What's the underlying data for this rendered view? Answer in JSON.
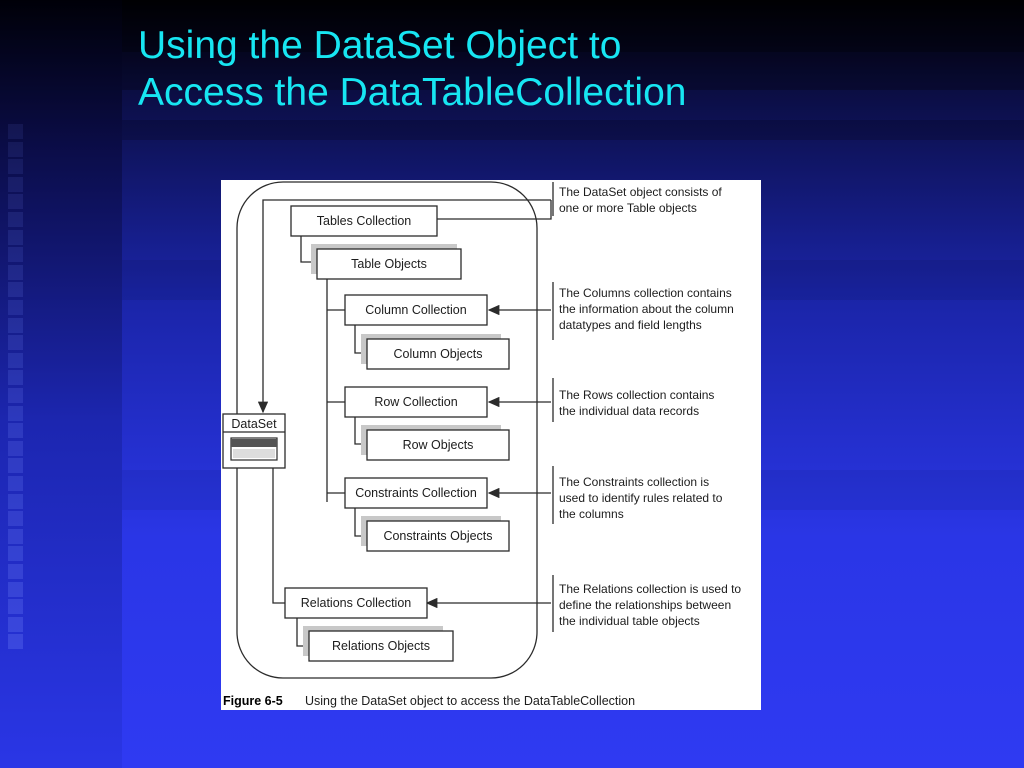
{
  "slide": {
    "title_line1": "Using the DataSet Object to",
    "title_line2": "Access the DataTableCollection"
  },
  "figure": {
    "caption_number": "Figure 6-5",
    "caption_text": "Using the DataSet object to access the DataTableCollection",
    "dataset_label": "DataSet",
    "boxes": {
      "tables_collection": "Tables Collection",
      "table_objects": "Table Objects",
      "column_collection": "Column Collection",
      "column_objects": "Column Objects",
      "row_collection": "Row Collection",
      "row_objects": "Row Objects",
      "constraints_collection": "Constraints Collection",
      "constraints_objects": "Constraints Objects",
      "relations_collection": "Relations Collection",
      "relations_objects": "Relations Objects"
    },
    "annotations": {
      "dataset": [
        "The DataSet object consists of",
        "one or more Table objects"
      ],
      "columns": [
        "The Columns collection contains",
        "the information about the column",
        "datatypes and field lengths"
      ],
      "rows": [
        "The Rows collection contains",
        "the individual data records"
      ],
      "constraints": [
        "The Constraints collection is",
        "used to identify rules related to",
        "the columns"
      ],
      "relations": [
        "The Relations collection is used to",
        "define the relationships between",
        "the individual table objects"
      ]
    }
  },
  "theme": {
    "title_color": "#17e6f2",
    "background_top": "#000006",
    "background_bottom": "#2f3af2"
  }
}
